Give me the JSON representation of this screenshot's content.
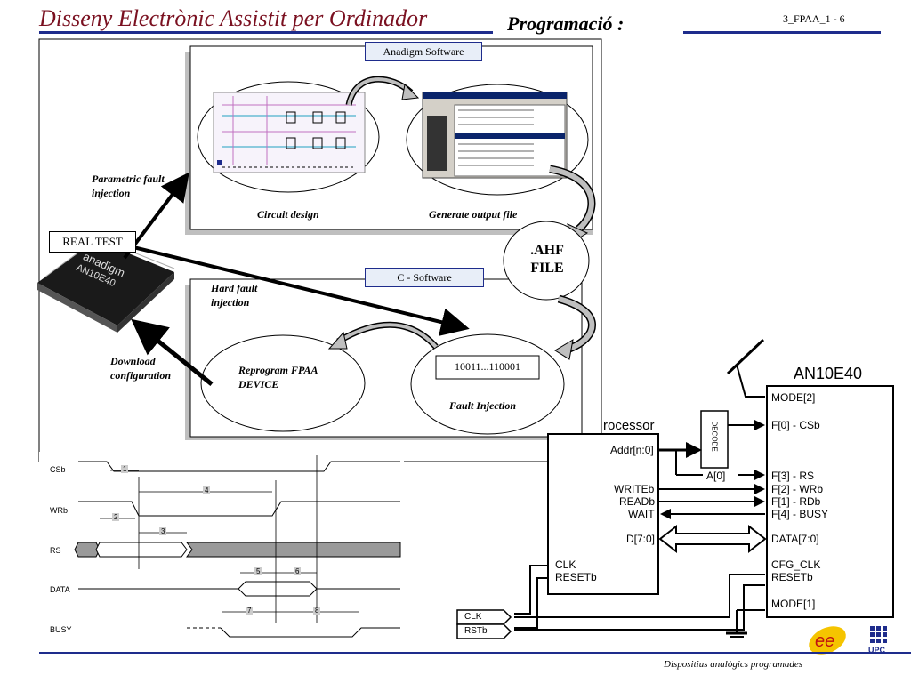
{
  "header": {
    "title": "Disseny Electrònic Assistit per Ordinador",
    "section": "Programació :",
    "slide_code": "3_FPAA_1  - 6"
  },
  "footer": {
    "text": "Dispositius analògics programades"
  },
  "flow": {
    "anadigm_software_label": "Anadigm Software",
    "c_software_label": "C - Software",
    "circuit_design": "Circuit design",
    "generate_output": "Generate output  file",
    "ahf_file": ".AHF\nFILE",
    "real_test": "REAL TEST",
    "parametric_fault": "Parametric fault\ninjection",
    "hard_fault": "Hard fault\ninjection",
    "download_config": "Download\nconfiguration",
    "reprogram": "Reprogram FPAA\nDEVICE",
    "bitstream": "10011...110001",
    "fault_injection": "Fault Injection",
    "chip_brand": "anadigm",
    "chip_part": "AN10E40"
  },
  "timing": {
    "signals": [
      "CSb",
      "WRb",
      "RS",
      "DATA",
      "BUSY"
    ],
    "markers": [
      "1",
      "2",
      "3",
      "4",
      "5",
      "6",
      "7",
      "8"
    ]
  },
  "block": {
    "device": "AN10E40",
    "processor_label": "rocessor",
    "decode": "DECODE",
    "left_pins": [
      "Addr[n:0]",
      "WRITEb",
      "READb",
      "WAIT",
      "D[7:0]",
      "CLK",
      "RESETb"
    ],
    "a0": "A[0]",
    "right_pins": [
      "MODE[2]",
      "F[0] - CSb",
      "F[3] - RS",
      "F[2] - WRb",
      "F[1] - RDb",
      "F[4] - BUSY",
      "DATA[7:0]",
      "CFG_CLK",
      "RESETb",
      "MODE[1]"
    ],
    "inputs": [
      "CLK",
      "RSTb"
    ]
  },
  "logos": {
    "upc": "UPC"
  },
  "colors": {
    "title": "#7a1020",
    "rule": "#1e2c8c",
    "timing_fill": "#9a9a9a"
  }
}
